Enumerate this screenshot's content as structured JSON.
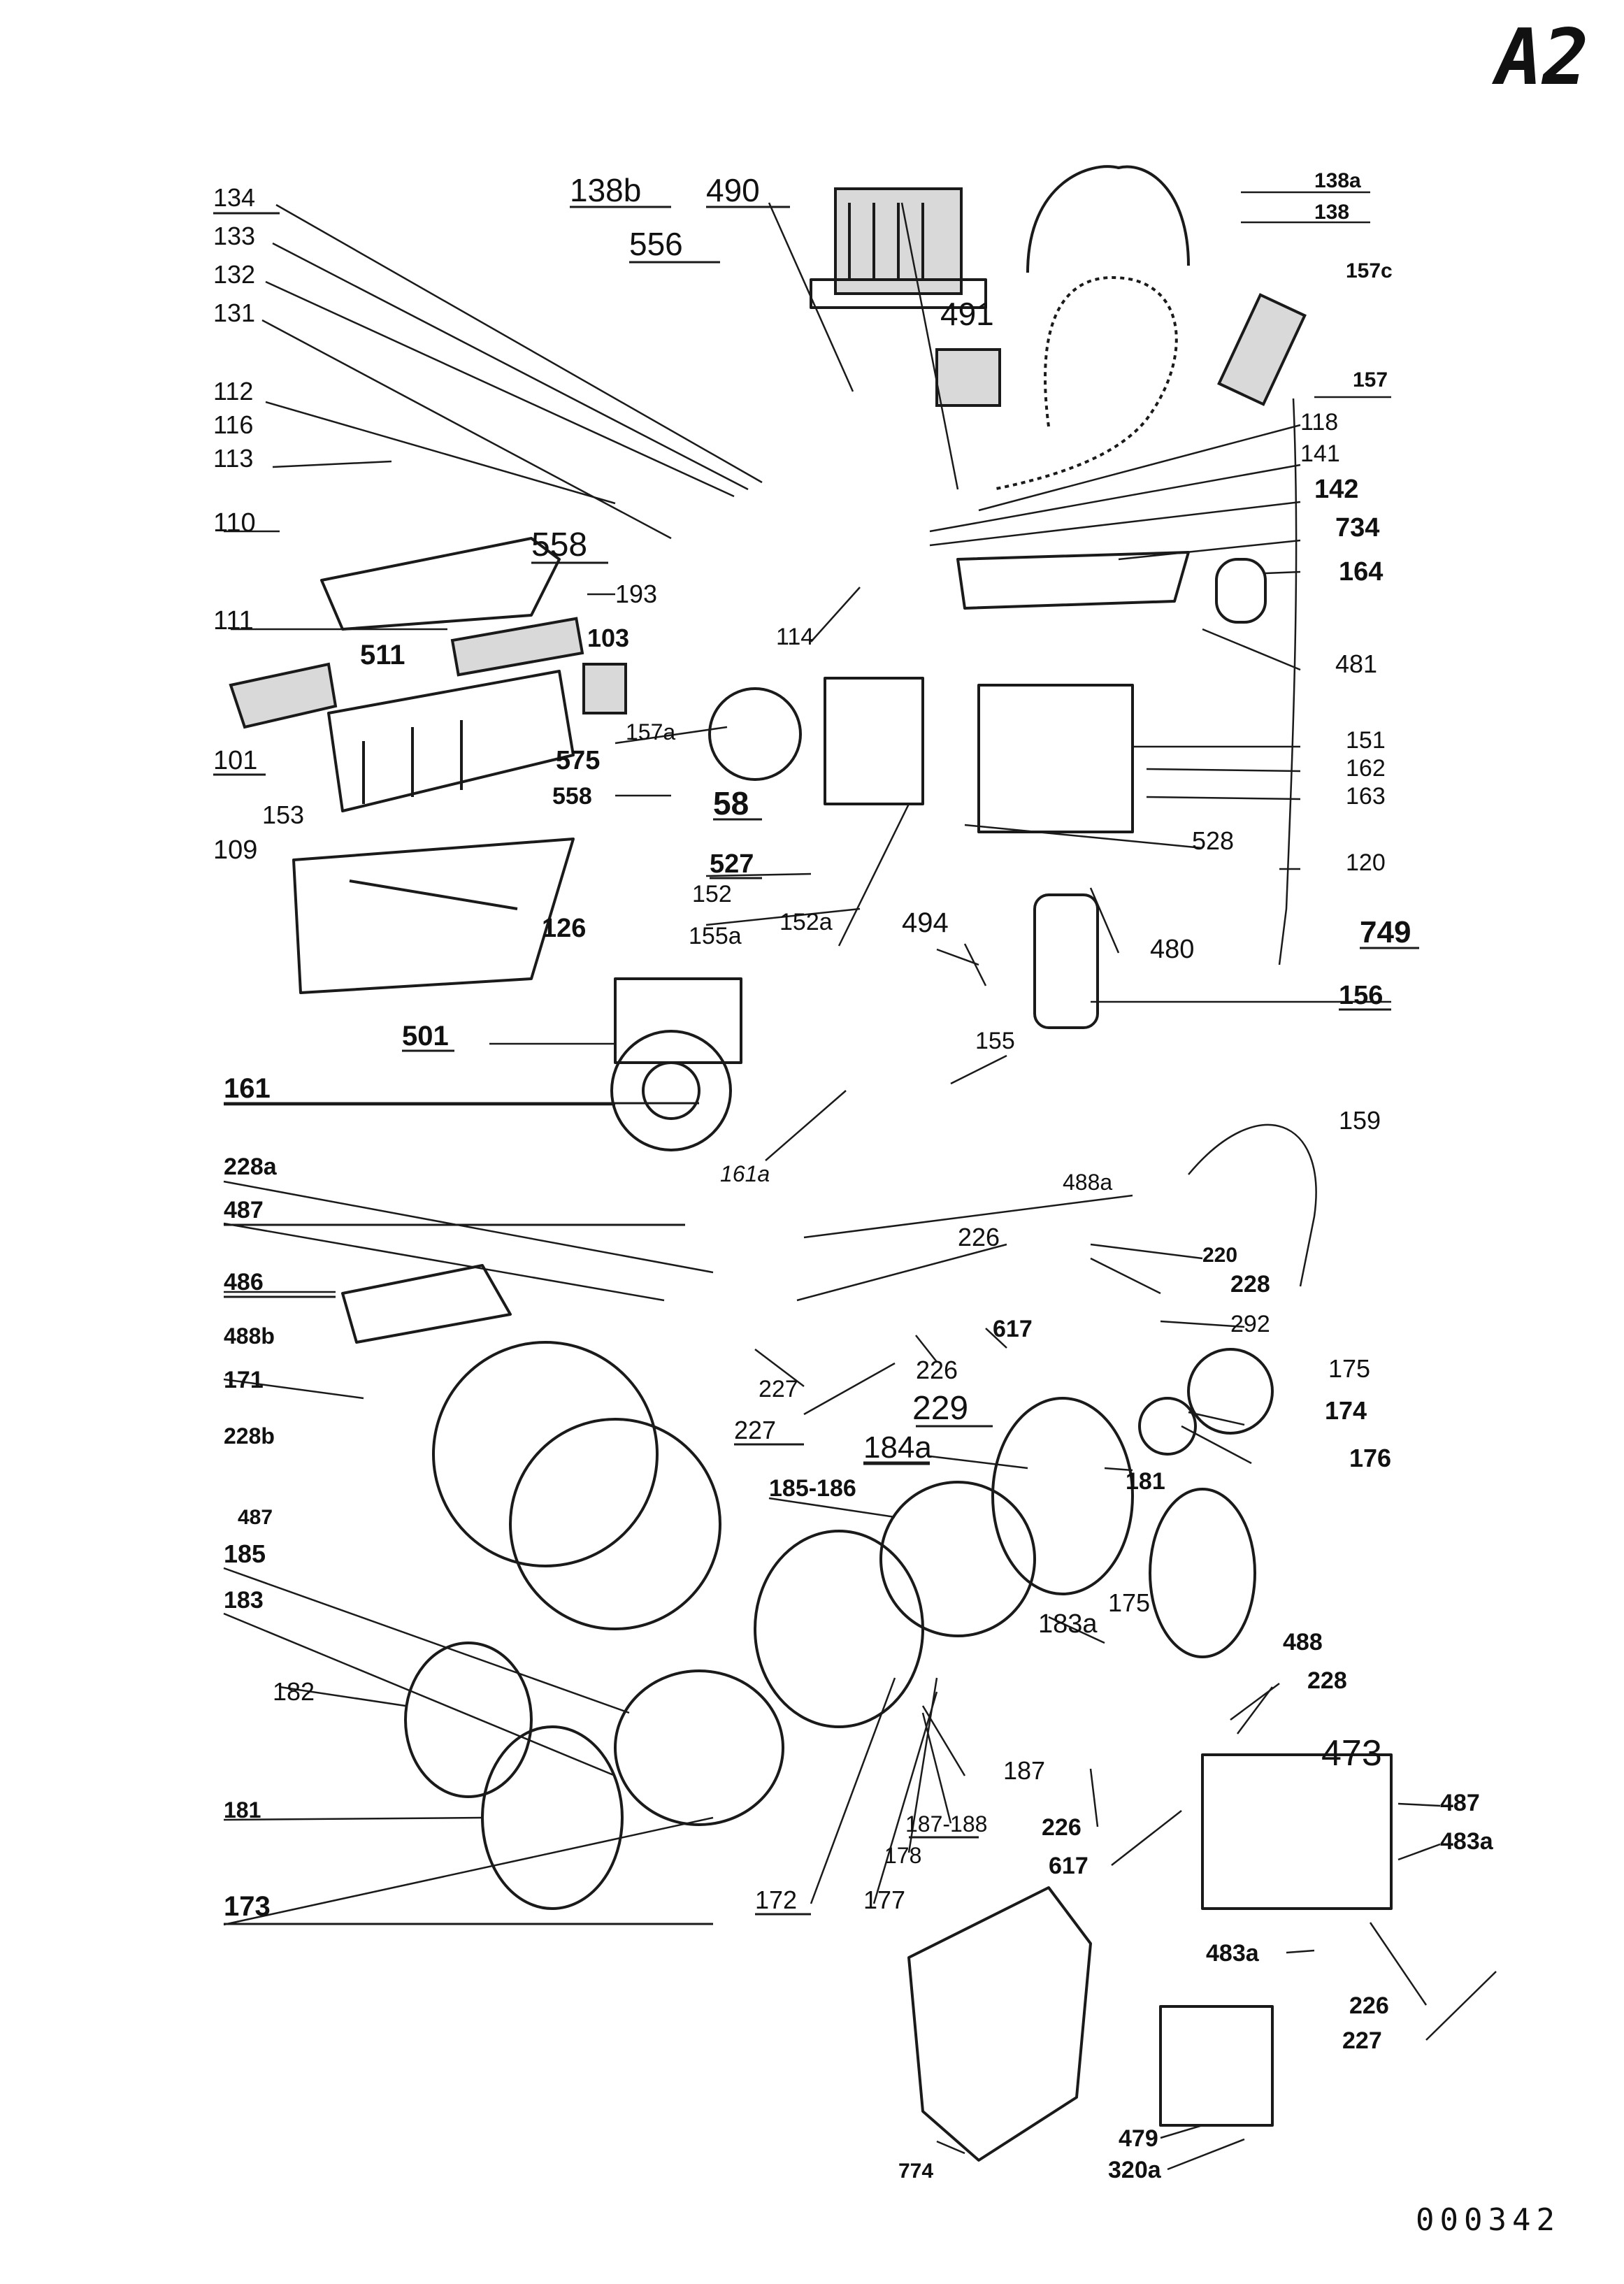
{
  "page_mark": "A2",
  "sheet_id": "000342",
  "labels": [
    "134",
    "133",
    "132",
    "131",
    "138b",
    "490",
    "556",
    "491",
    "138a",
    "138",
    "157c",
    "157",
    "112",
    "116",
    "113",
    "110",
    "558",
    "193",
    "111",
    "103",
    "511",
    "101",
    "153",
    "575",
    "118",
    "141",
    "142",
    "734",
    "164",
    "481",
    "114",
    "157a",
    "558",
    "58",
    "527",
    "152",
    "152a",
    "151",
    "162",
    "163",
    "528",
    "120",
    "749",
    "109",
    "126",
    "494",
    "155a",
    "480",
    "156",
    "501",
    "155",
    "161",
    "161a",
    "159",
    "228a",
    "487",
    "488a",
    "486",
    "226",
    "220",
    "228",
    "292",
    "488b",
    "617",
    "226",
    "227",
    "227",
    "229",
    "175",
    "174",
    "171",
    "228b",
    "184a",
    "176",
    "487",
    "181",
    "185-186",
    "185",
    "183a",
    "175",
    "183",
    "488",
    "228",
    "473",
    "182",
    "187",
    "487",
    "483a",
    "226",
    "617",
    "181",
    "187-188",
    "178",
    "483a",
    "226",
    "227",
    "173",
    "172",
    "177",
    "774",
    "479",
    "320a"
  ]
}
